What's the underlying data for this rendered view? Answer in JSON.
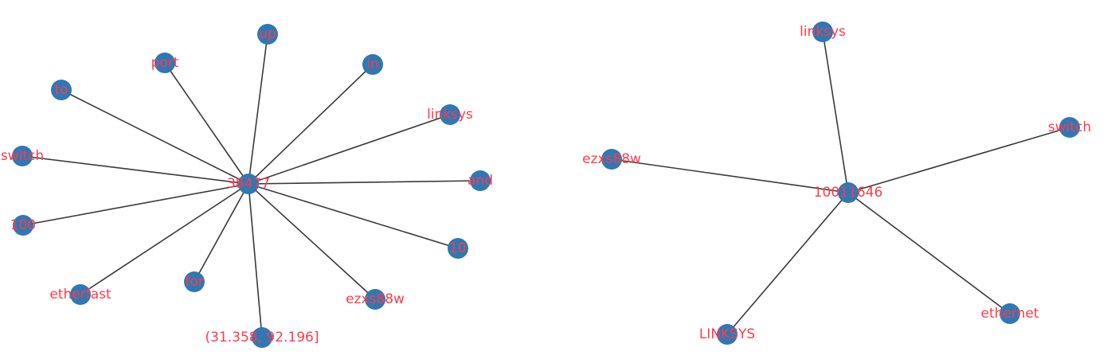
{
  "graphs": [
    {
      "center": "38477",
      "leaves": [
        "up",
        "port",
        "in",
        "to",
        "linksys",
        "switch",
        "and",
        "100",
        "10",
        "etherfast",
        "for",
        "ezxs88w",
        "(31.358, 92.196]"
      ]
    },
    {
      "center": "10011646",
      "leaves": [
        "linksys",
        "switch",
        "ezxs88w",
        "LINKSYS",
        "ethernet"
      ]
    }
  ],
  "colors": {
    "node": "#2f78b3",
    "edge": "#3a3a3a",
    "label": "#ff3b4a"
  }
}
